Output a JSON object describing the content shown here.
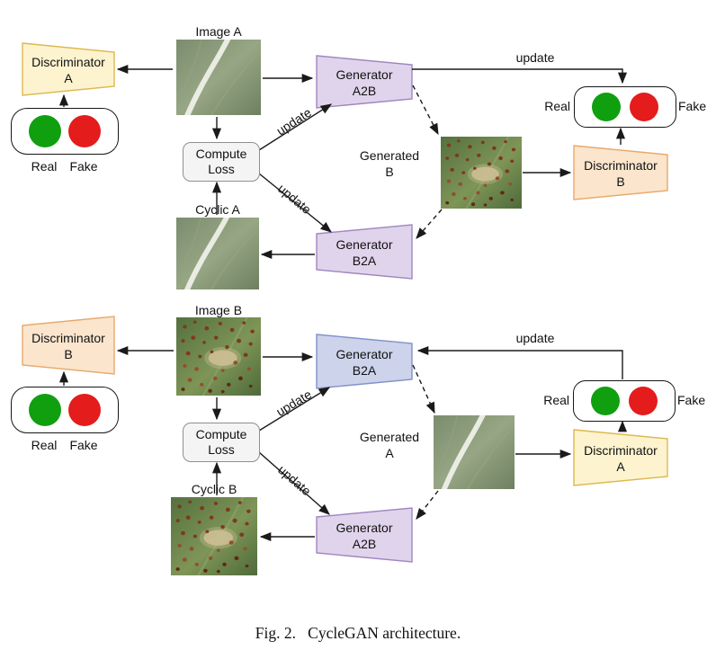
{
  "labels": {
    "update": "update",
    "real": "Real",
    "fake": "Fake",
    "compute_loss": "Compute\nLoss",
    "disc_a": "Discriminator\nA",
    "disc_b": "Discriminator\nB",
    "gen_a2b": "Generator\nA2B",
    "gen_b2a": "Generator\nB2A",
    "image_a": "Image A",
    "image_b": "Image B",
    "cyclic_a": "Cyclic A",
    "cyclic_b": "Cyclic B",
    "generated_a": "Generated\nA",
    "generated_b": "Generated\nB"
  },
  "caption": "Fig. 2.   CycleGAN architecture.",
  "colors": {
    "discriminator_a_fill": "#fdf3cf",
    "discriminator_a_border": "#ddb84f",
    "discriminator_b_fill": "#fbe5cd",
    "discriminator_b_border": "#e8a96b",
    "generator_fill": "#e0d4ec",
    "generator_border": "#9f86c0",
    "generator_b2a_bottom_fill": "#ccd3ea",
    "generator_b2a_bottom_border": "#8291c9",
    "real_green": "#0f9f0f",
    "fake_red": "#e41c1c"
  }
}
